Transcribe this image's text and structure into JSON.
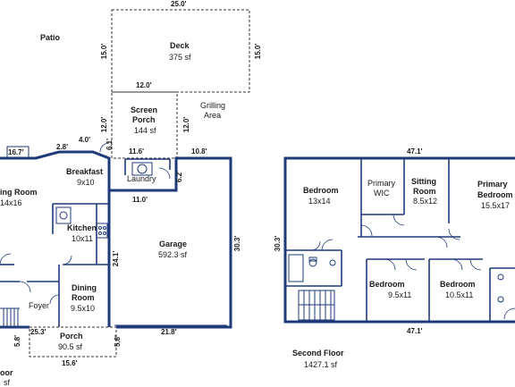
{
  "labels": {
    "patio": "Patio",
    "deck": {
      "name": "Deck",
      "area": "375 sf"
    },
    "grilling": {
      "line1": "Grilling",
      "line2": "Area"
    },
    "screen_porch": {
      "line1": "Screen",
      "line2": "Porch",
      "area": "144 sf"
    },
    "breakfast": {
      "name": "Breakfast",
      "size": "9x10"
    },
    "laundry": "Laundry",
    "living_room": {
      "name": "ing Room",
      "size": "14x16"
    },
    "kitchen": {
      "name": "Kitchen",
      "size": "10x11"
    },
    "dining_room": {
      "line1": "Dining",
      "line2": "Room",
      "size": "9.5x10"
    },
    "foyer": "Foyer",
    "porch": {
      "name": "Porch",
      "area": "90.5 sf"
    },
    "garage": {
      "name": "Garage",
      "area": "592.3 sf"
    },
    "first_floor": {
      "name": "oor",
      "area": "sf"
    },
    "bedroom1": {
      "name": "Bedroom",
      "size": "13x14"
    },
    "primary_wic": {
      "line1": "Primary",
      "line2": "WIC"
    },
    "sitting_room": {
      "line1": "Sitting",
      "line2": "Room",
      "size": "8.5x12"
    },
    "primary_bedroom": {
      "line1": "Primary",
      "line2": "Bedroom",
      "size": "15.5x17"
    },
    "bedroom2": {
      "name": "Bedroom",
      "size": "9.5x11"
    },
    "bedroom3": {
      "name": "Bedroom",
      "size": "10.5x11"
    },
    "second_floor": {
      "name": "Second Floor",
      "area": "1427.1 sf"
    }
  },
  "dimensions": {
    "deck_top": "25.0'",
    "deck_left": "15.0'",
    "deck_right": "15.0'",
    "screen_top": "12.0'",
    "screen_left": "12.0'",
    "screen_right": "12.0'",
    "screen_small": "6.1'",
    "bay_small": "2.8'",
    "bay_front": "4.0'",
    "bay_left": "16.7'",
    "laundry_top": "11.6'",
    "laundry_right": "6.2'",
    "laundry_bottom": "11.0'",
    "garage_top": "10.8'",
    "garage_right": "30.3'",
    "garage_left": "24.1'",
    "garage_bottom": "21.8'",
    "porch_left_top": "25.3'",
    "porch_left": "5.8'",
    "porch_right": "5.8'",
    "porch_bottom": "15.6'",
    "second_top": "47.1'",
    "second_bottom": "47.1'",
    "second_left": "30.3'"
  }
}
